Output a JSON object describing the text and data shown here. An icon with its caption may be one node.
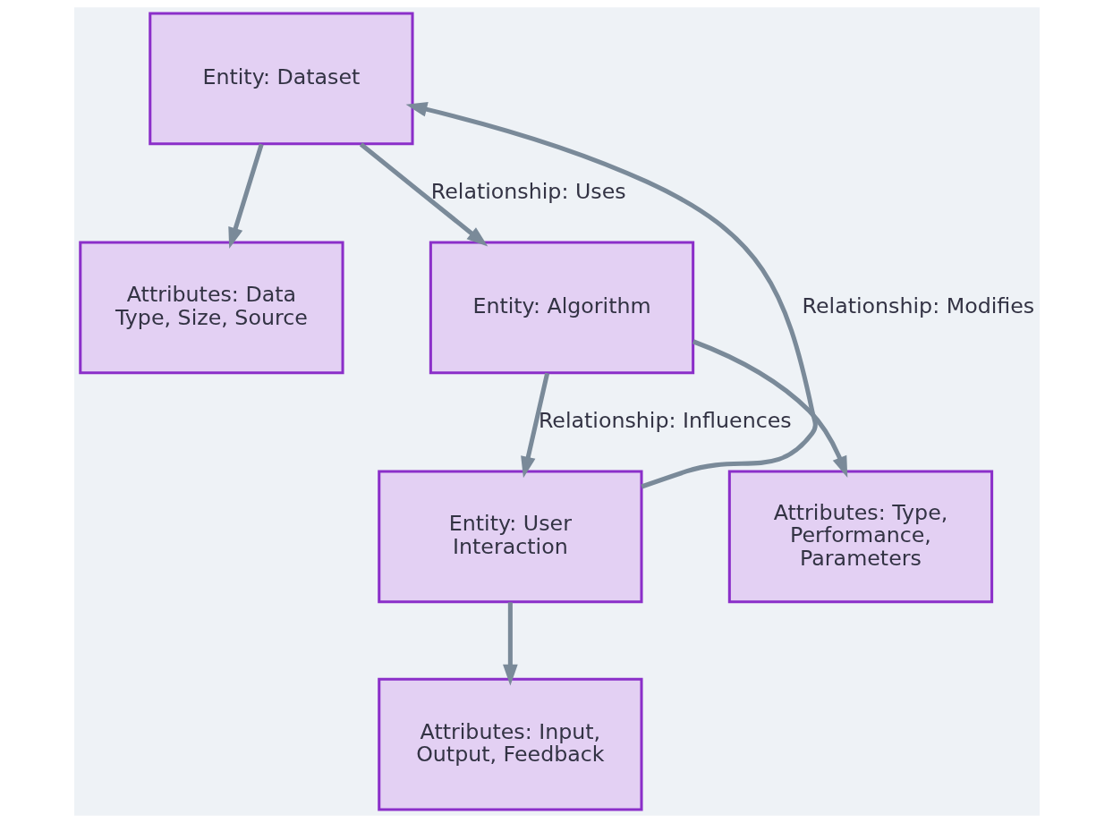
{
  "diagram": {
    "nodes": [
      {
        "text": [
          "Entity: Dataset"
        ]
      },
      {
        "text": [
          "Attributes: Data Type, Size, Source"
        ]
      },
      {
        "text": [
          "Entity: Algorithm"
        ]
      },
      {
        "text": [
          "Entity: User Interaction"
        ]
      },
      {
        "text": [
          "Attributes: Type, Performance, Parameters"
        ]
      },
      {
        "text": [
          "Attributes: Input, Output, Feedback"
        ]
      }
    ],
    "edges": [
      {
        "from": 0,
        "to": 1,
        "arrow": "to"
      },
      {
        "from": 0,
        "to": 2,
        "arrow": "to",
        "label": "Relationship: Uses"
      },
      {
        "from": 2,
        "to": 4,
        "arrow": "to"
      },
      {
        "from": 2,
        "to": 3,
        "arrow": "to",
        "label": "Relationship: Influences"
      },
      {
        "from": 3,
        "to": 0,
        "arrow": "to",
        "label": "Relationship: Modifies"
      },
      {
        "from": 3,
        "to": 5,
        "arrow": "to"
      }
    ]
  }
}
